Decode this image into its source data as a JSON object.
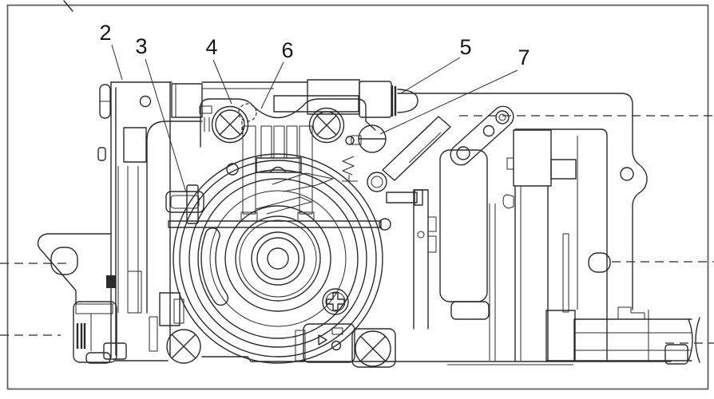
{
  "figure": {
    "background_color": "#ffffff",
    "line_color": "#2b2b2b",
    "frame_color": "#5f5f5f",
    "callouts": [
      {
        "number": "2"
      },
      {
        "number": "3"
      },
      {
        "number": "4"
      },
      {
        "number": "6"
      },
      {
        "number": "5"
      },
      {
        "number": "7"
      }
    ]
  }
}
